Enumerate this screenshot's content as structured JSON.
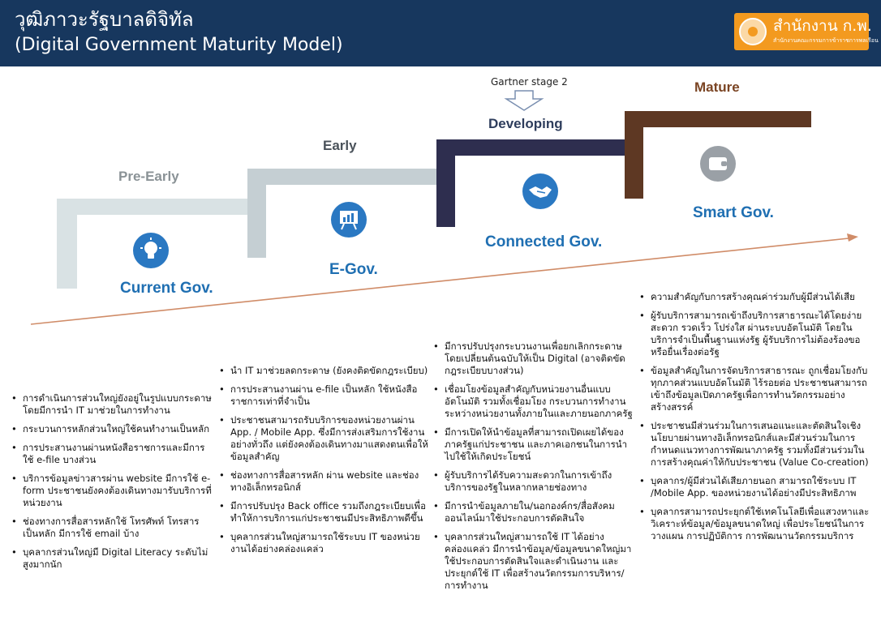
{
  "header": {
    "title_th": "วุฒิภาวะรัฐบาลดิจิทัล",
    "title_en": "(Digital Government Maturity Model)",
    "logo_text": "สำนักงาน ก.พ.",
    "logo_subtext": "สำนักงานคณะกรรมการข้าราชการพลเรือน"
  },
  "gartner": "Gartner stage 2",
  "stages": [
    {
      "label": "Pre-Early",
      "model": "Current Gov.",
      "icon": "lightbulb-icon",
      "color": "#d9e2e4"
    },
    {
      "label": "Early",
      "model": "E-Gov.",
      "icon": "presentation-board-icon",
      "color": "#c5cfd3"
    },
    {
      "label": "Developing",
      "model": "Connected Gov.",
      "icon": "handshake-icon",
      "color": "#2e2e4f"
    },
    {
      "label": "Mature",
      "model": "Smart Gov.",
      "icon": "wallet-icon",
      "color": "#5e3823"
    }
  ],
  "colors": {
    "header": "#17375e",
    "model_text": "#1f6fb2",
    "icon_blue": "#2a78c2",
    "arrow": "#d08c68",
    "mature_label": "#7a4423"
  },
  "columns": [
    [
      "การดำเนินการส่วนใหญ่ยังอยู่ในรูปแบบกระดาษ โดยมีการนำ IT มาช่วยในการทำงาน",
      "กระบวนการหลักส่วนใหญ่ใช้คนทำงานเป็นหลัก",
      "การประสานงานผ่านหนังสือราชการและมีการใช้ e-file บางส่วน",
      "บริการข้อมูลข่าวสารผ่าน website มีการใช้ e-form ประชาชนยังคงต้องเดินทางมารับบริการที่หน่วยงาน",
      "ช่องทางการสื่อสารหลักใช้ โทรศัพท์ โทรสาร เป็นหลัก มีการใช้ email บ้าง",
      "บุคลากรส่วนใหญ่มี Digital Literacy ระดับไม่สูงมากนัก"
    ],
    [
      "นำ IT มาช่วยลดกระดาษ (ยังคงติดขัดกฎระเบียบ)",
      "การประสานงานผ่าน e-file เป็นหลัก ใช้หนังสือราชการเท่าที่จำเป็น",
      "ประชาชนสามารถรับบริการของหน่วยงานผ่าน App. / Mobile App. ซึ่งมีการส่งเสริมการใช้งานอย่างทั่วถึง แต่ยังคงต้องเดินทางมาแสดงตนเพื่อให้ข้อมูลสำคัญ",
      "ช่องทางการสื่อสารหลัก ผ่าน website และช่องทางอิเล็กทรอนิกส์",
      "มีการปรับปรุง Back office รวมถึงกฎระเบียบเพื่อทำให้การบริการแก่ประชาชนมีประสิทธิภาพดีขึ้น",
      "บุคลากรส่วนใหญ่สามารถใช้ระบบ IT ของหน่วยงานได้อย่างคล่องแคล่ว"
    ],
    [
      "มีการปรับปรุงกระบวนงานเพื่อยกเลิกกระดาษ โดยเปลี่ยนต้นฉบับให้เป็น Digital (อาจติดขัดกฎระเบียบบางส่วน)",
      "เชื่อมโยงข้อมูลสำคัญกับหน่วยงานอื่นแบบอัตโนมัติ รวมทั้งเชื่อมโยง กระบวนการทำงานระหว่างหน่วยงานทั้งภายในและภายนอกภาครัฐ",
      "มีการเปิดให้นำข้อมูลที่สามารถเปิดเผยได้ของภาครัฐแก่ประชาชน และภาคเอกชนในการนำไปใช้ให้เกิดประโยชน์",
      "ผู้รับบริการได้รับความสะดวกในการเข้าถึงบริการของรัฐในหลากหลายช่องทาง",
      "มีการนำข้อมูลภายใน/นอกองค์กร/สื่อสังคมออนไลน์มาใช้ประกอบการตัดสินใจ",
      "บุคลากรส่วนใหญ่สามารถใช้ IT ได้อย่างคล่องแคล่ว มีการนำข้อมูล/ข้อมูลขนาดใหญ่มาใช้ประกอบการตัดสินใจและดำเนินงาน และประยุกต์ใช้ IT เพื่อสร้างนวัตกรรมการบริหาร/การทำงาน"
    ],
    [
      "ความสำคัญกับการสร้างคุณค่าร่วมกับผู้มีส่วนได้เสีย",
      "ผู้รับบริการสามารถเข้าถึงบริการสาธารณะได้โดยง่าย สะดวก รวดเร็ว โปร่งใส ผ่านระบบอัตโนมัติ โดยในบริการจำเป็นพื้นฐานแห่งรัฐ ผู้รับบริการไม่ต้องร้องขอหรือยื่นเรื่องต่อรัฐ",
      "ข้อมูลสำคัญในการจัดบริการสาธารณะ ถูกเชื่อมโยงกับทุกภาคส่วนแบบอัตโนมัติ ไร้รอยต่อ ประชาชนสามารถเข้าถึงข้อมูลเปิดภาครัฐเพื่อการทำนวัตกรรมอย่างสร้างสรรค์",
      "ประชาชนมีส่วนร่วมในการเสนอแนะและตัดสินใจเชิงนโยบายผ่านทางอิเล็กทรอนิกส์และมีส่วนร่วมในการกำหนดแนวทางการพัฒนาภาครัฐ รวมทั้งมีส่วนร่วมในการสร้างคุณค่าให้กับประชาชน (Value Co-creation)",
      "บุคลากร/ผู้มีส่วนได้เสียภายนอก สามารถใช้ระบบ IT /Mobile App. ของหน่วยงานได้อย่างมีประสิทธิภาพ",
      "บุคลากรสามารถประยุกต์ใช้เทคโนโลยีเพื่อแสวงหาและวิเคราะห์ข้อมูล/ข้อมูลขนาดใหญ่ เพื่อประโยชน์ในการวางแผน การปฏิบัติการ การพัฒนานวัตกรรมบริการ"
    ]
  ]
}
